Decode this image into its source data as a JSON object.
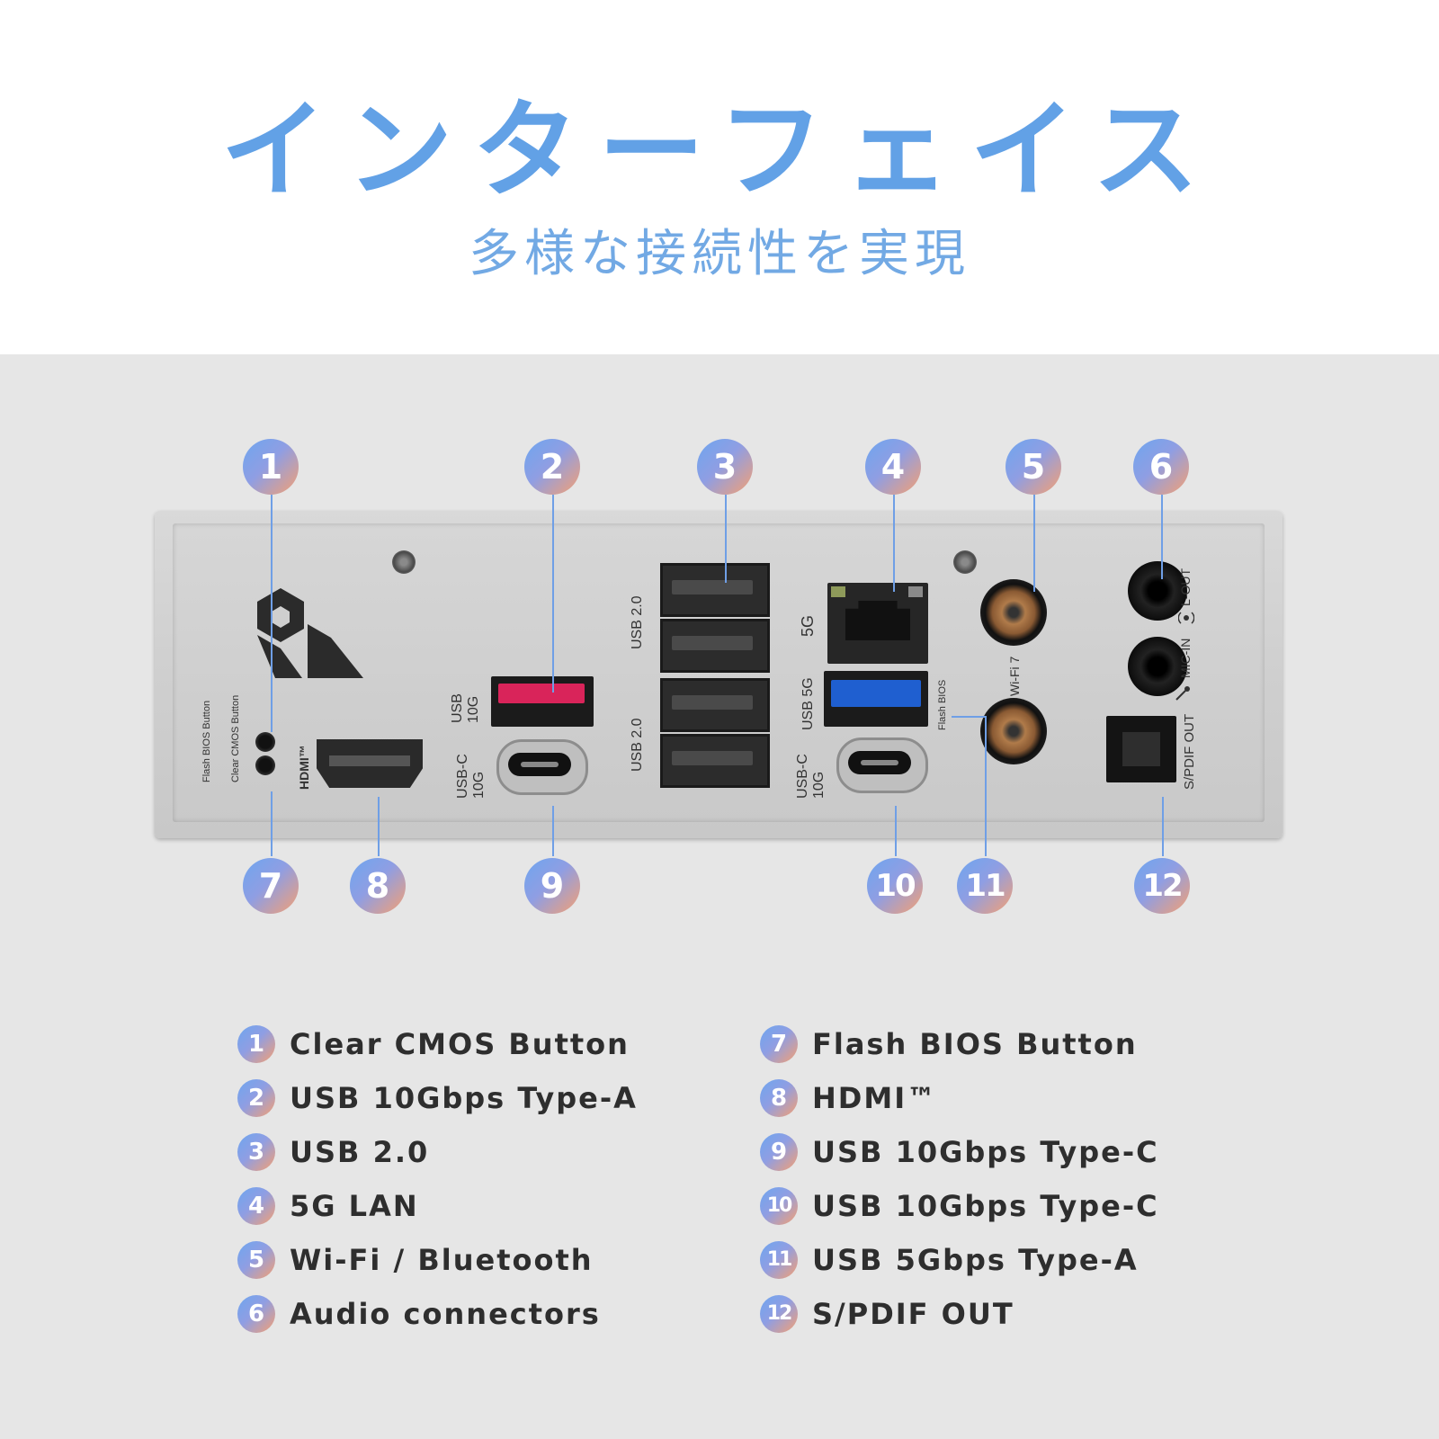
{
  "header": {
    "title": "インターフェイス",
    "subtitle": "多様な接続性を実現"
  },
  "panel_labels": {
    "clear_cmos": "Clear CMOS Button",
    "flash_bios_btn": "Flash BIOS Button",
    "hdmi": "HDMI™",
    "usb10g_a": "USB 10G",
    "usbc10g": "USB-C 10G",
    "usb20": "USB 2.0",
    "lan": "5G",
    "usb5g": "USB 5G",
    "flash_bios": "Flash BIOS",
    "wifi": "Wi-Fi 7",
    "lout": "L-OUT",
    "micin": "MIC-IN",
    "spdif": "S/PDIF OUT"
  },
  "callouts": [
    "1",
    "2",
    "3",
    "4",
    "5",
    "6",
    "7",
    "8",
    "9",
    "10",
    "11",
    "12"
  ],
  "legend": [
    {
      "num": "1",
      "label": "Clear CMOS Button"
    },
    {
      "num": "2",
      "label": "USB 10Gbps Type-A"
    },
    {
      "num": "3",
      "label": "USB 2.0"
    },
    {
      "num": "4",
      "label": "5G LAN"
    },
    {
      "num": "5",
      "label": "Wi-Fi / Bluetooth"
    },
    {
      "num": "6",
      "label": "Audio connectors"
    },
    {
      "num": "7",
      "label": "Flash BIOS Button"
    },
    {
      "num": "8",
      "label": "HDMI™"
    },
    {
      "num": "9",
      "label": "USB 10Gbps Type-C"
    },
    {
      "num": "10",
      "label": "USB 10Gbps Type-C"
    },
    {
      "num": "11",
      "label": "USB 5Gbps Type-A"
    },
    {
      "num": "12",
      "label": "S/PDIF OUT"
    }
  ],
  "colors": {
    "title": "#62a1e6",
    "panel_bg": "#e6e6e6",
    "usb10g_port": "#d9245a",
    "usb5g_port": "#1f5fd0",
    "badge_gradient_start": "#6ea6ef",
    "badge_gradient_end": "#f5a072"
  },
  "icons": [
    "brand-logo-icon",
    "screw-icon",
    "mic-icon",
    "speaker-icon"
  ]
}
